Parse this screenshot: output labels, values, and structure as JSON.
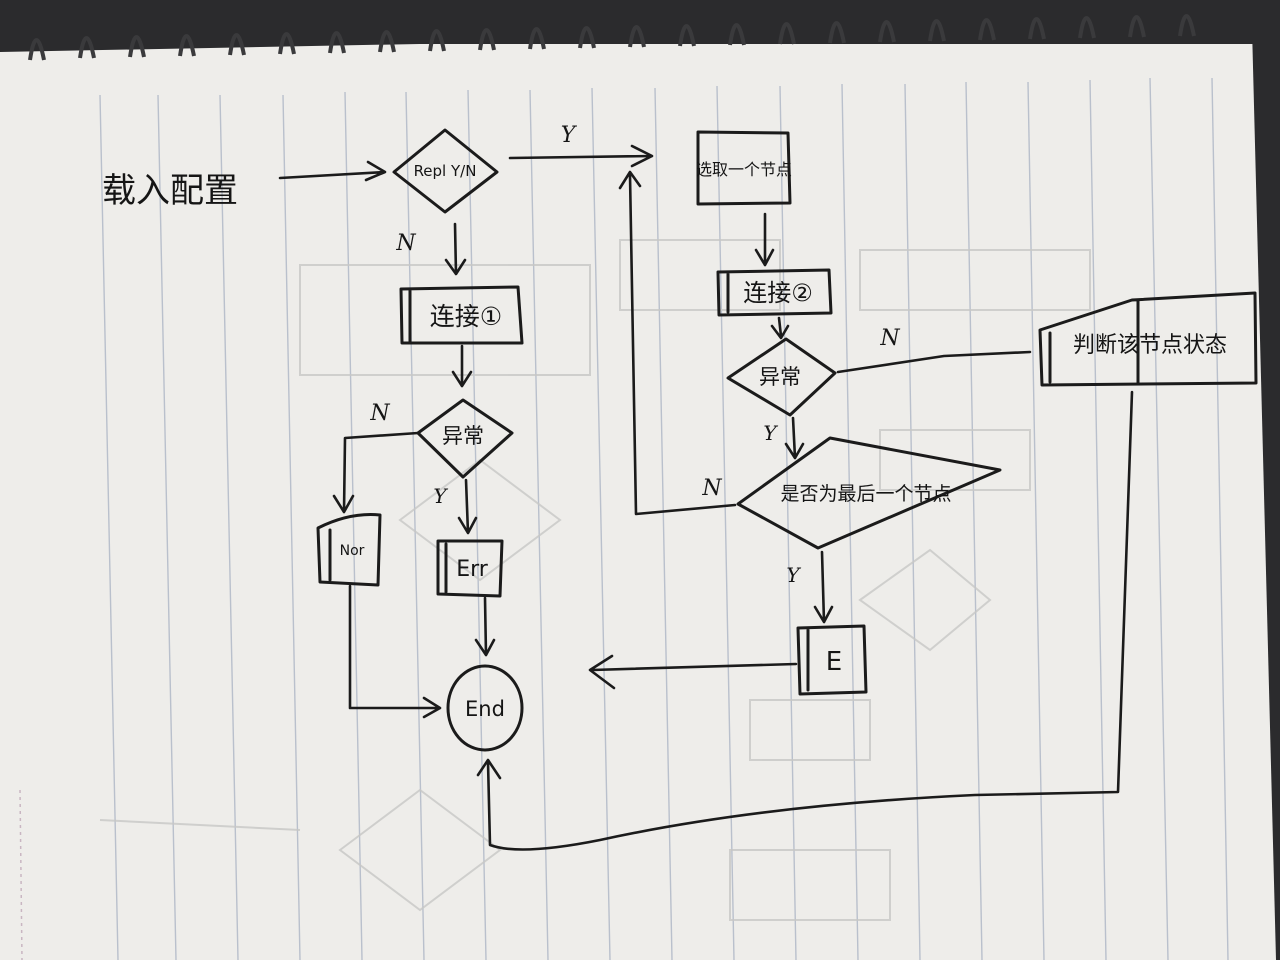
{
  "diagram": {
    "title_text": "载入配置",
    "nodes": {
      "repl": "Repl Y/N",
      "connect1": "连接①",
      "abnormal1": "异常",
      "nor": "Nor",
      "err": "Err",
      "end": "End",
      "pick_node": "选取一个节点",
      "connect2": "连接②",
      "abnormal2": "异常",
      "is_last": "是否为最后一个节点",
      "e_box": "E",
      "judge": "判断该节点状态"
    },
    "edges": {
      "repl_yes": "Y",
      "repl_no": "N",
      "ab1_no": "N",
      "ab1_yes": "Y",
      "ab2_no": "N",
      "ab2_yes": "Y",
      "last_no": "N",
      "last_yes": "Y"
    }
  },
  "colors": {
    "paper": "#eeedea",
    "ink": "#1b1b1b",
    "rule": "#b9c0cc",
    "margin_line": "#c9b6c2",
    "binding": "#2b2b2d",
    "ghost": "#c7c7c5"
  }
}
